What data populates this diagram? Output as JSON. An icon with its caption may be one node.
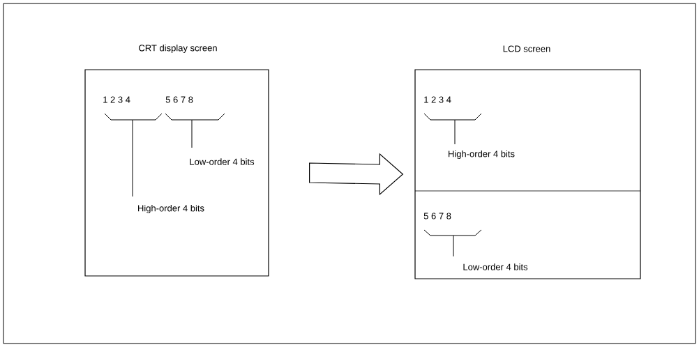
{
  "diagram": {
    "nodes": [
      {
        "text": [
          "CRT display screen"
        ]
      },
      {
        "text": [
          "LCD screen"
        ]
      }
    ],
    "edges": [
      {
        "from": 0,
        "to": 1,
        "arrow": "to"
      }
    ],
    "labels": [
      "1 2 3 4",
      "5 6 7 8",
      "Low-order 4 bits",
      "High-order 4 bits",
      "1 2 3 4",
      "High-order 4 bits",
      "5 6 7 8",
      "Low-order 4 bits"
    ]
  }
}
